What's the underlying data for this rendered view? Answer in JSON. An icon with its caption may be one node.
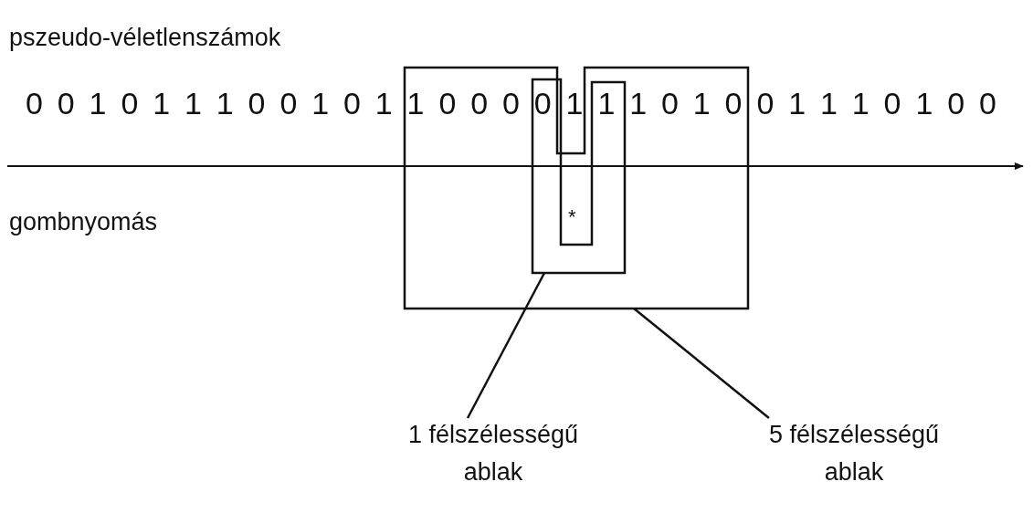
{
  "diagram": {
    "nodes": [
      {
        "text": [],
        "shape": "box"
      },
      {
        "text": [],
        "shape": "box",
        "in": 0
      },
      {
        "text": [
          "1 félszélességű ablak"
        ]
      },
      {
        "text": [
          "5 félszélességű ablak"
        ]
      }
    ],
    "edges": [
      {
        "from": 2,
        "to": 1,
        "arrow": "none"
      },
      {
        "from": 3,
        "to": 0,
        "arrow": "none"
      }
    ],
    "labels": [
      "pszeudo-véletlenszámok",
      "0",
      "0",
      "1",
      "0",
      "1",
      "1",
      "1",
      "0",
      "0",
      "1",
      "0",
      "1",
      "1",
      "0",
      "0",
      "0",
      "0",
      "1",
      "1",
      "1",
      "0",
      "1",
      "0",
      "0",
      "1",
      "1",
      "1",
      "0",
      "1",
      "0",
      "0",
      "gombnyomás",
      "*"
    ]
  }
}
